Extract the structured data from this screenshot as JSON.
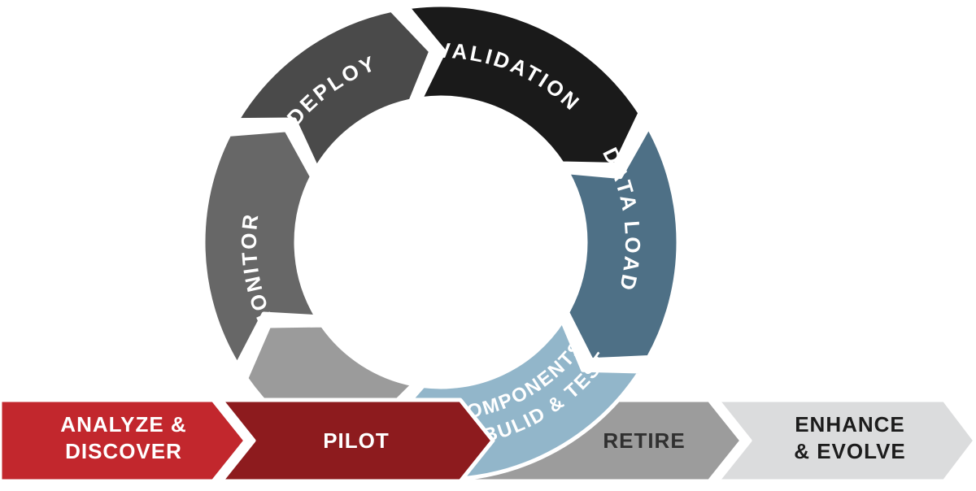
{
  "diagram": {
    "background": "#ffffff",
    "ring": {
      "segments": [
        {
          "id": "validation",
          "label": "VALIDATION",
          "color": "#1a1a1a",
          "text_color": "#ffffff"
        },
        {
          "id": "data-load",
          "label": "DATA LOAD",
          "color": "#4e7086",
          "text_color": "#ffffff"
        },
        {
          "id": "build-test",
          "label_line1": "BULID & TEST",
          "label_line2": "COMPONENTS",
          "color": "#92b6ca",
          "text_color": "#ffffff"
        },
        {
          "id": "spacer",
          "label": "",
          "color": "#9b9b9b",
          "text_color": "#ffffff"
        },
        {
          "id": "monitor",
          "label": "MONITOR",
          "color": "#676767",
          "text_color": "#ffffff"
        },
        {
          "id": "deploy",
          "label": "DEPLOY",
          "color": "#4a4a4a",
          "text_color": "#ffffff"
        }
      ]
    },
    "bar": {
      "arrows": [
        {
          "id": "analyze",
          "label_line1": "ANALYZE &",
          "label_line2": "DISCOVER",
          "color": "#c2272d",
          "text_color": "#ffffff"
        },
        {
          "id": "pilot",
          "label": "PILOT",
          "color": "#8d1b1e",
          "text_color": "#ffffff"
        },
        {
          "id": "retire",
          "label": "RETIRE",
          "color": "#9c9c9c",
          "text_color": "#303030"
        },
        {
          "id": "enhance",
          "label_line1": "ENHANCE",
          "label_line2": "& EVOLVE",
          "color": "#dbdcdd",
          "text_color": "#1c1c1c"
        }
      ]
    }
  }
}
